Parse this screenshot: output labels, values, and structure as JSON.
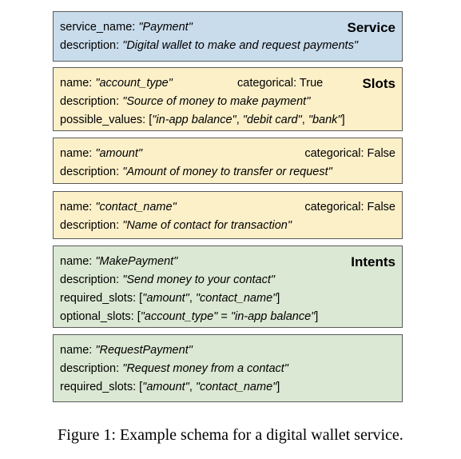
{
  "service": {
    "tag": "Service",
    "lines": [
      {
        "key": "service_name: ",
        "value": "\"Payment\""
      },
      {
        "key": "description: ",
        "value": "\"Digital wallet to make and request payments\""
      }
    ]
  },
  "slots": {
    "tag": "Slots",
    "items": [
      {
        "name_key": "name: ",
        "name_value": "\"account_type\"",
        "categorical": "categorical: True",
        "desc_key": "description: ",
        "desc_value": "\"Source of money to make payment\"",
        "pv_key": "possible_values: [",
        "pv_v1": "\"in-app balance\"",
        "pv_sep1": ", ",
        "pv_v2": "\"debit card\"",
        "pv_sep2": ", ",
        "pv_v3": "\"bank\"",
        "pv_end": "]"
      },
      {
        "name_key": "name: ",
        "name_value": "\"amount\"",
        "categorical": "categorical: False",
        "desc_key": "description: ",
        "desc_value": "\"Amount of money to transfer or request\""
      },
      {
        "name_key": "name: ",
        "name_value": "\"contact_name\"",
        "categorical": "categorical: False",
        "desc_key": "description: ",
        "desc_value": "\"Name of contact for transaction\""
      }
    ]
  },
  "intents": {
    "tag": "Intents",
    "items": [
      {
        "name_key": "name: ",
        "name_value": "\"MakePayment\"",
        "desc_key": "description: ",
        "desc_value": "\"Send money to your contact\"",
        "req_key": "required_slots: [",
        "req_v1": "\"amount\"",
        "req_sep": ", ",
        "req_v2": "\"contact_name\"",
        "req_end": "]",
        "opt_key": "optional_slots: [",
        "opt_v1": "\"account_type\"",
        "opt_eq": " = ",
        "opt_v2": "\"in-app balance\"",
        "opt_end": "]"
      },
      {
        "name_key": "name: ",
        "name_value": "\"RequestPayment\"",
        "desc_key": "description: ",
        "desc_value": "\"Request money from a contact\"",
        "req_key": "required_slots: [",
        "req_v1": "\"amount\"",
        "req_sep": ", ",
        "req_v2": "\"contact_name\"",
        "req_end": "]"
      }
    ]
  },
  "caption": "Figure 1: Example schema for a digital wallet service."
}
